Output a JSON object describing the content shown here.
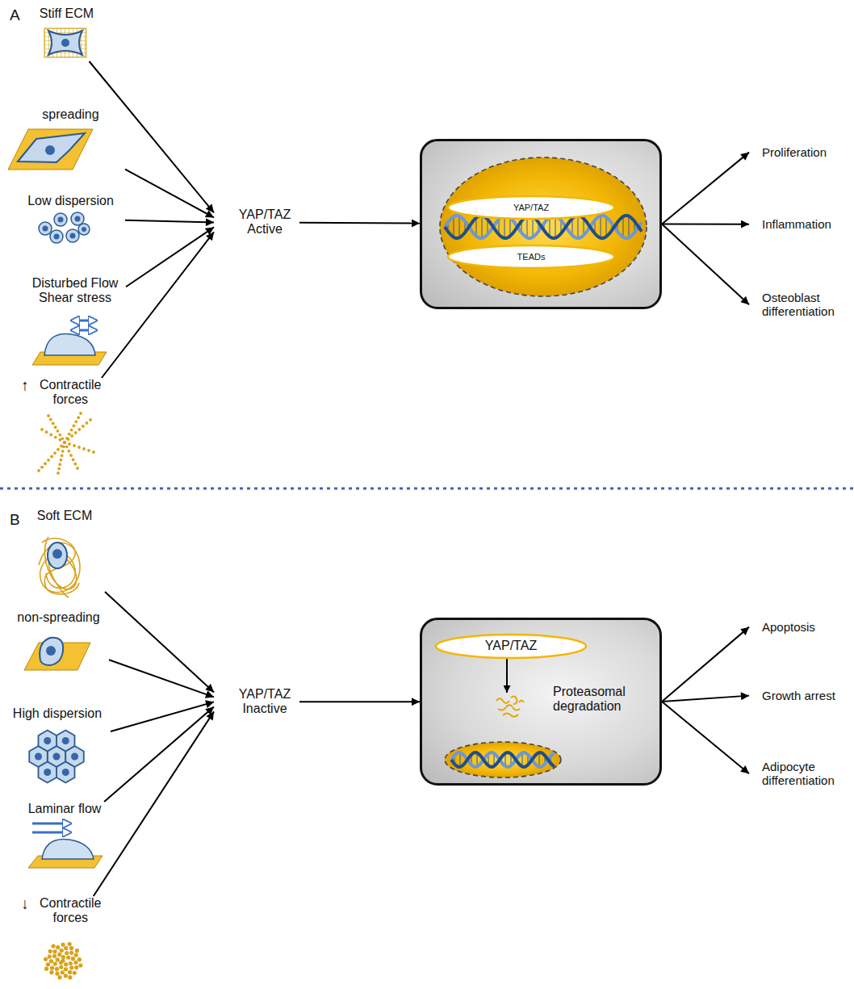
{
  "diagram": {
    "nodes": [
      {
        "text": [
          "Stiff ECM"
        ]
      },
      {
        "text": [
          "spreading"
        ]
      },
      {
        "text": [
          "Low dispersion"
        ]
      },
      {
        "text": [
          "Disturbed Flow Shear stress"
        ]
      },
      {
        "text": [
          "↑",
          "Contractile forces"
        ]
      },
      {
        "text": [
          "YAP/TAZ Active"
        ]
      },
      {
        "text": []
      },
      {
        "text": [
          "YAP/TAZ"
        ],
        "in": 6
      },
      {
        "text": [
          "TEADs"
        ],
        "in": 6
      },
      {
        "text": [
          "Proliferation"
        ]
      },
      {
        "text": [
          "Inflammation"
        ]
      },
      {
        "text": [
          "Osteoblast differentiation"
        ]
      },
      {
        "text": [
          "Soft ECM"
        ]
      },
      {
        "text": [
          "non-spreading"
        ]
      },
      {
        "text": [
          "High dispersion"
        ]
      },
      {
        "text": [
          "Laminar flow"
        ]
      },
      {
        "text": [
          "↓",
          "Contractile forces"
        ]
      },
      {
        "text": [
          "YAP/TAZ Inactive"
        ]
      },
      {
        "text": [
          "Proteasomal degradation"
        ]
      },
      {
        "text": [
          "YAP/TAZ"
        ],
        "in": 18
      },
      {
        "text": [
          "Apoptosis"
        ]
      },
      {
        "text": [
          "Growth arrest"
        ]
      },
      {
        "text": [
          "Adipocyte differentiation"
        ]
      }
    ],
    "edges": [
      {
        "from": 0,
        "to": 5,
        "arrow": "to"
      },
      {
        "from": 1,
        "to": 5,
        "arrow": "to"
      },
      {
        "from": 2,
        "to": 5,
        "arrow": "to"
      },
      {
        "from": 3,
        "to": 5,
        "arrow": "to"
      },
      {
        "from": 4,
        "to": 5,
        "arrow": "to"
      },
      {
        "from": 5,
        "to": 6,
        "arrow": "to"
      },
      {
        "from": 6,
        "to": 9,
        "arrow": "to"
      },
      {
        "from": 6,
        "to": 10,
        "arrow": "to"
      },
      {
        "from": 6,
        "to": 11,
        "arrow": "to"
      },
      {
        "from": 12,
        "to": 17,
        "arrow": "to"
      },
      {
        "from": 13,
        "to": 17,
        "arrow": "to"
      },
      {
        "from": 14,
        "to": 17,
        "arrow": "to"
      },
      {
        "from": 15,
        "to": 17,
        "arrow": "to"
      },
      {
        "from": 16,
        "to": 17,
        "arrow": "to"
      },
      {
        "from": 17,
        "to": 18,
        "arrow": "to"
      },
      {
        "from": 18,
        "to": 20,
        "arrow": "to"
      },
      {
        "from": 18,
        "to": 21,
        "arrow": "to"
      },
      {
        "from": 18,
        "to": 22,
        "arrow": "to"
      }
    ],
    "labels": [
      "A",
      "B"
    ]
  }
}
